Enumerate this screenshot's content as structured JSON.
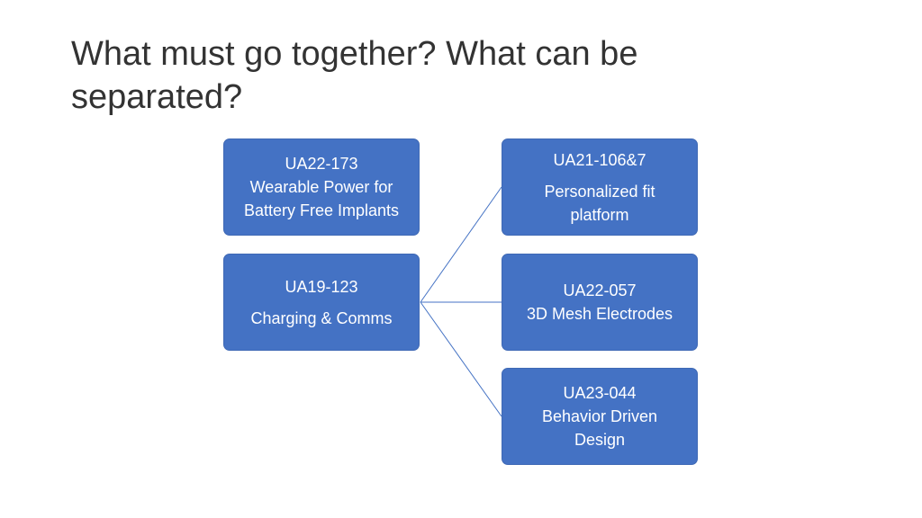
{
  "slide": {
    "title": "What must go together? What can be separated?"
  },
  "boxes": {
    "ua22_173": {
      "code": "UA22-173",
      "desc_line1": "Wearable Power for",
      "desc_line2": "Battery Free Implants"
    },
    "ua19_123": {
      "code": "UA19-123",
      "desc": "Charging & Comms"
    },
    "ua21_106": {
      "code": "UA21-106&7",
      "desc_line1": "Personalized fit",
      "desc_line2": "platform"
    },
    "ua22_057": {
      "code": "UA22-057",
      "desc": "3D Mesh Electrodes"
    },
    "ua23_044": {
      "code": "UA23-044",
      "desc_line1": "Behavior Driven",
      "desc_line2": "Design"
    }
  },
  "colors": {
    "box_fill": "#4472c4",
    "connector": "#4472c4",
    "title_text": "#333333"
  }
}
